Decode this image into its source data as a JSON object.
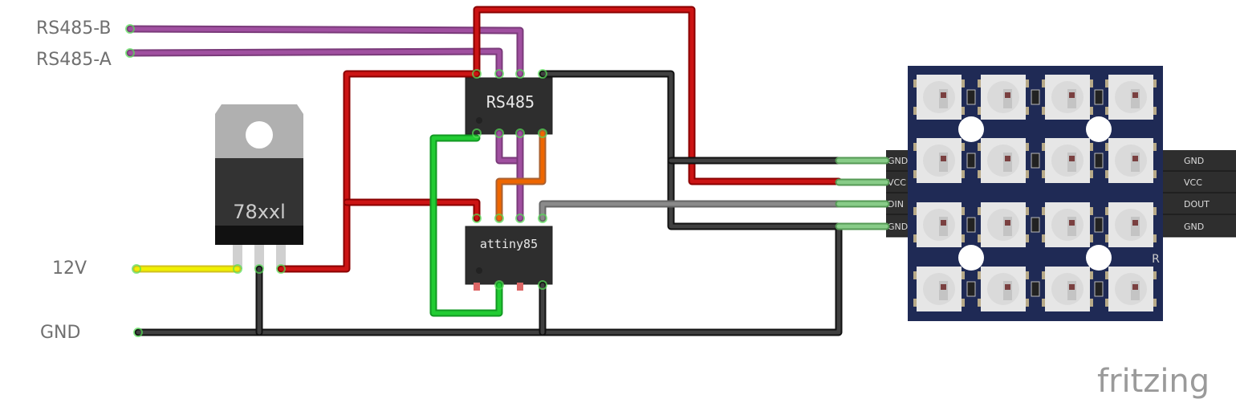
{
  "labels": {
    "rs485_b": "RS485-B",
    "rs485_a": "RS485-A",
    "v12": "12V",
    "gnd": "GND"
  },
  "regulator": {
    "label": "78xxl"
  },
  "chips": {
    "rs485": "RS485",
    "attiny": "attiny85"
  },
  "matrix": {
    "left_pins": [
      "GND",
      "VCC",
      "DIN",
      "GND"
    ],
    "right_pins": [
      "GND",
      "VCC",
      "DOUT",
      "GND"
    ],
    "mark": "R",
    "rows": 4,
    "cols": 4
  },
  "logo": "fritzing",
  "colors": {
    "red": "#cc1414",
    "purple": "#a050a0",
    "black": "#404040",
    "green": "#22cc33",
    "orange": "#ee6600",
    "gray": "#8a8a8a",
    "yellow": "#f0f000",
    "board": "#1f2a55"
  }
}
